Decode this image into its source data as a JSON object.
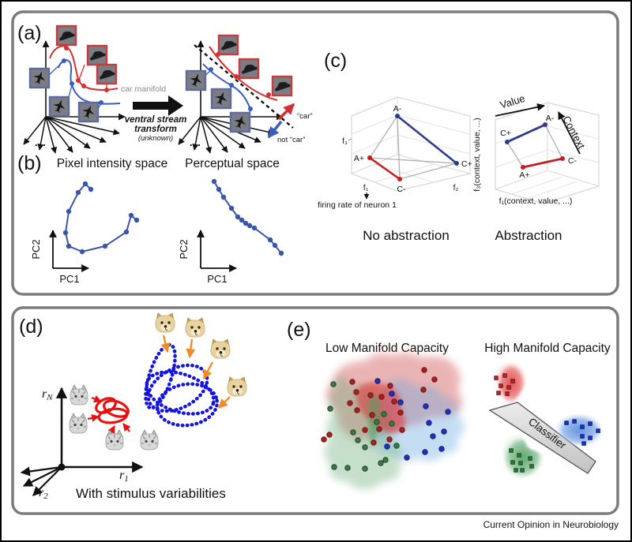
{
  "a": {
    "label": "(a)",
    "car_manifold": "car manifold",
    "transform_1": "ventral stream",
    "transform_2": "transform",
    "transform_3": "(unknown)",
    "car": "“car”",
    "not_car": "not “car”",
    "ellipsis_left": "...",
    "ellipsis_right": "..."
  },
  "b": {
    "label": "(b)",
    "title_left": "Pixel intensity space",
    "title_right": "Perceptual space",
    "pc1": "PC1",
    "pc2": "PC2"
  },
  "c": {
    "label": "(c)",
    "caption_left": "No abstraction",
    "caption_right": "Abstraction",
    "pt_a_minus": "A-",
    "pt_a_plus": "A+",
    "pt_c_plus": "C+",
    "pt_c_minus": "C-",
    "axis_f1": "f₁",
    "axis_f2": "f₂",
    "axis_f3": "f₃",
    "axis_note": "firing rate of neuron 1",
    "axis_f1_long": "f₁(context, value, ...)",
    "axis_f3_long": "f₃(context, value, ...)",
    "value": "Value",
    "context": "Context"
  },
  "d": {
    "label": "(d)",
    "r": "r",
    "sub_n": "N",
    "sub_1": "1",
    "sub_2": "2",
    "caption": "With stimulus variabilities"
  },
  "e": {
    "label": "(e)",
    "title_left": "Low Manifold Capacity",
    "title_right": "High Manifold Capacity",
    "classifier": "Classifier"
  },
  "footer": {
    "credit": "Current Opinion in Neurobiology"
  },
  "colors": {
    "category_red": "#d62f2f",
    "category_blue": "#3a5ec0",
    "manifold_red": "#e81010",
    "manifold_blue": "#1414dd",
    "arrow_orange": "#f08c28",
    "green": "#3d7a46",
    "panel_border": "#7c7c7c"
  }
}
